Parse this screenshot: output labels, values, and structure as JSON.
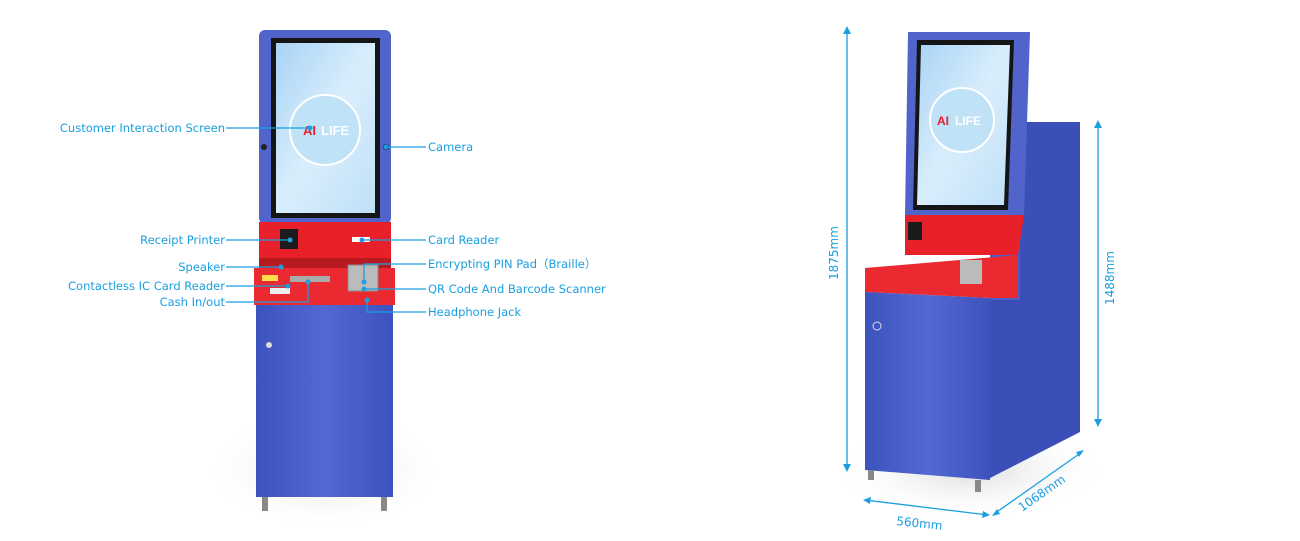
{
  "colors": {
    "accent": "#1a9fe0",
    "body_blue": "#4a5fc8",
    "panel_red": "#e8202a"
  },
  "screen_logo": {
    "ai": "AI",
    "life": "LIFE"
  },
  "callouts_left": [
    {
      "label": "Customer Interaction Screen"
    },
    {
      "label": "Receipt Printer"
    },
    {
      "label": "Speaker"
    },
    {
      "label": "Contactless IC Card Reader"
    },
    {
      "label": "Cash In/out"
    }
  ],
  "callouts_right": [
    {
      "label": "Camera"
    },
    {
      "label": "Card Reader"
    },
    {
      "label": "Encrypting PIN Pad（Braille）"
    },
    {
      "label": "QR Code And Barcode Scanner"
    },
    {
      "label": "Headphone Jack"
    }
  ],
  "dimensions": {
    "total_height": "1875mm",
    "cabinet_height": "1488mm",
    "width": "560mm",
    "depth": "1068mm"
  }
}
